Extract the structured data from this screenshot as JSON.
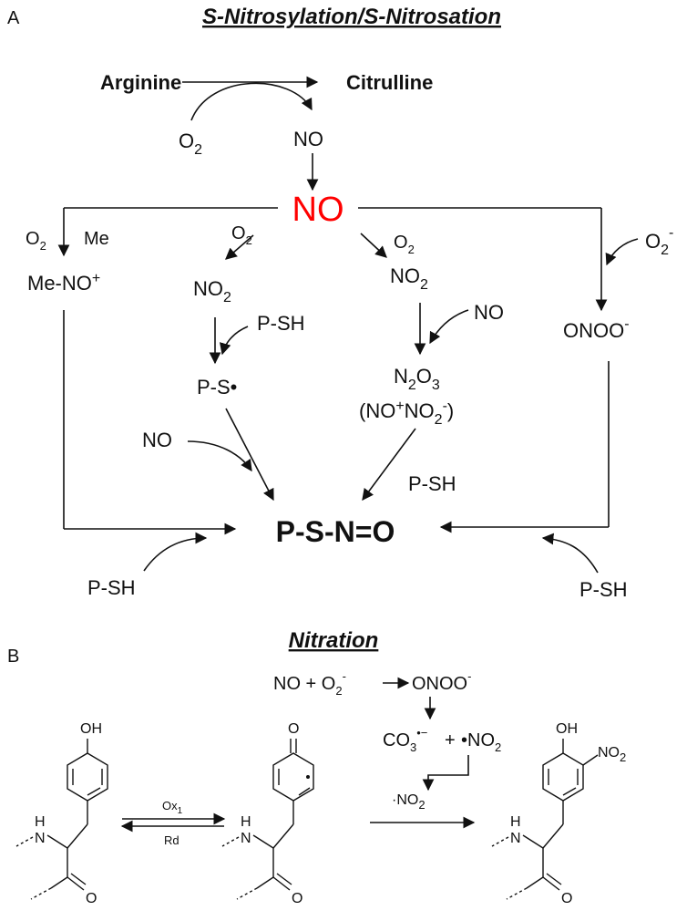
{
  "panelA": {
    "letter": "A",
    "title": "S-Nitrosylation/S-Nitrosation",
    "arginine": "Arginine",
    "citrulline": "Citrulline",
    "o2": "O",
    "o2_sub": "2",
    "no_small": "NO",
    "no_main": "NO",
    "no_main_color": "#ff0000",
    "o2_left": "O",
    "o2_left_sub": "2",
    "me": "Me",
    "me_no": "Me-NO",
    "me_no_sup": "+",
    "o2_mid_left": "O",
    "o2_mid_left_sub": "2",
    "no2_left": "NO",
    "no2_left_sub": "2",
    "psh_1": "P-SH",
    "ps_radical": "P-S•",
    "no_lower": "NO",
    "o2_mid_right": "O",
    "o2_mid_right_sub": "2",
    "no2_right": "NO",
    "no2_right_sub": "2",
    "no_right": "NO",
    "n2o3_n": "N",
    "n2o3_sub1": "2",
    "n2o3_o": "O",
    "n2o3_sub2": "3",
    "n2o3_alt_open": "(NO",
    "n2o3_alt_sup": "+",
    "n2o3_alt_no2": "NO",
    "n2o3_alt_sub": "2",
    "n2o3_alt_sup2": "-",
    "n2o3_alt_close": ")",
    "psh_2": "P-SH",
    "superoxide": "O",
    "superoxide_sub": "2",
    "superoxide_sup": "-",
    "onoo": "ONOO",
    "onoo_sup": "-",
    "product": "P-S-N=O",
    "psh_bottom_left": "P-SH",
    "psh_bottom_right": "P-SH"
  },
  "panelB": {
    "letter": "B",
    "title": "Nitration",
    "eq_no": "NO + O",
    "eq_o2_sub": "2",
    "eq_o2_sup": "-",
    "eq_onoo": "ONOO",
    "eq_onoo_sup": "-",
    "co3": "CO",
    "co3_sub": "3",
    "co3_sup": "•−",
    "plus": "+",
    "no2_radical": "•NO",
    "no2_radical_sub": "2",
    "no2_small": "·NO",
    "no2_small_sub": "2",
    "ox": "Ox",
    "ox_sub": "1",
    "rd": "Rd",
    "oh_1": "OH",
    "oh_3": "OH",
    "o_2": "O",
    "nh_1": "H",
    "n_1": "N",
    "nh_2": "H",
    "n_2": "N",
    "nh_3": "H",
    "n_3": "N",
    "carbonyl_1": "O",
    "carbonyl_2": "O",
    "carbonyl_3": "O",
    "no2_sub_label": "NO",
    "no2_sub_label_sub": "2"
  }
}
